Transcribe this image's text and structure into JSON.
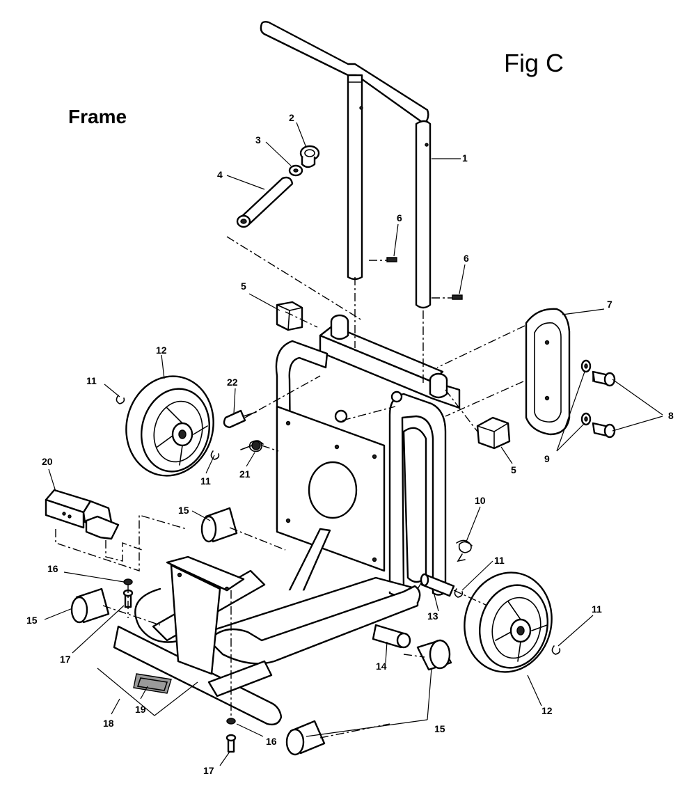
{
  "figure_label": "Fig C",
  "section_title": "Frame",
  "callouts": {
    "c1": "1",
    "c2": "2",
    "c3": "3",
    "c4": "4",
    "c5a": "5",
    "c5b": "5",
    "c6a": "6",
    "c6b": "6",
    "c7": "7",
    "c8": "8",
    "c9": "9",
    "c10": "10",
    "c11a": "11",
    "c11b": "11",
    "c11c": "11",
    "c11d": "11",
    "c12a": "12",
    "c12b": "12",
    "c13": "13",
    "c14": "14",
    "c15a": "15",
    "c15b": "15",
    "c15c": "15",
    "c16a": "16",
    "c16b": "16",
    "c17a": "17",
    "c17b": "17",
    "c18": "18",
    "c19": "19",
    "c20": "20",
    "c21": "21",
    "c22": "22"
  }
}
